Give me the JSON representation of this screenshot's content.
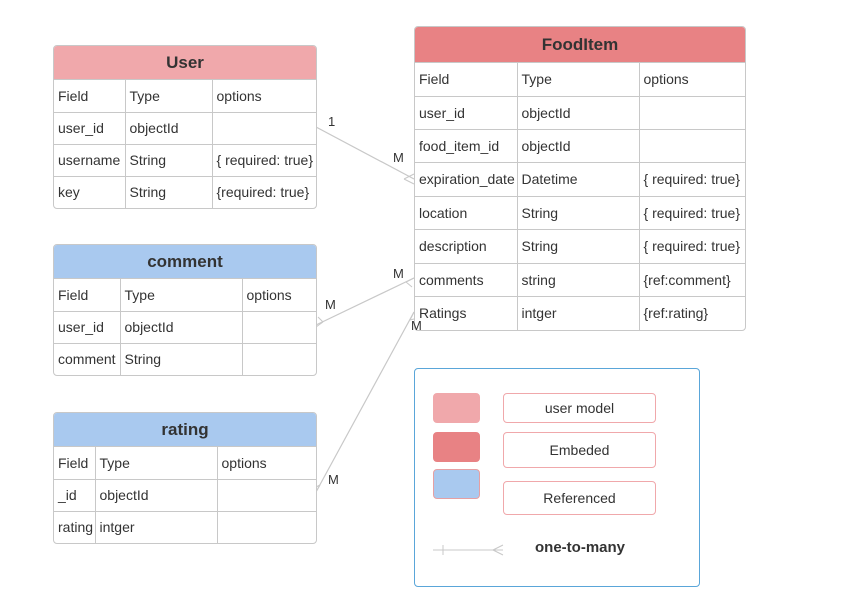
{
  "entities": {
    "user": {
      "title": "User",
      "headers": [
        "Field",
        "Type",
        "options"
      ],
      "rows": [
        [
          "user_id",
          "objectId",
          ""
        ],
        [
          "username",
          "String",
          "{ required: true}"
        ],
        [
          "key",
          "String",
          "{required: true}"
        ]
      ]
    },
    "comment": {
      "title": "comment",
      "headers": [
        "Field",
        "Type",
        "options"
      ],
      "rows": [
        [
          "user_id",
          "objectId",
          ""
        ],
        [
          "comment",
          "String",
          ""
        ]
      ]
    },
    "rating": {
      "title": "rating",
      "headers": [
        "Field",
        "Type",
        "options"
      ],
      "rows": [
        [
          "_id",
          "objectId",
          ""
        ],
        [
          "rating",
          "intger",
          ""
        ]
      ]
    },
    "fooditem": {
      "title": "FoodItem",
      "headers": [
        "Field",
        "Type",
        "options"
      ],
      "rows": [
        [
          "user_id",
          "objectId",
          ""
        ],
        [
          "food_item_id",
          "objectId",
          ""
        ],
        [
          "expiration_date",
          "Datetime",
          "{ required: true}"
        ],
        [
          "location",
          "String",
          "{ required: true}"
        ],
        [
          "description",
          "String",
          "{ required: true}"
        ],
        [
          "comments",
          "string",
          "{ref:comment}"
        ],
        [
          "Ratings",
          "intger",
          "{ref:rating}"
        ]
      ]
    }
  },
  "relations": {
    "user_food": {
      "from_card": "1",
      "to_card": "M"
    },
    "comment_food": {
      "from_card": "M",
      "to_card": "M"
    },
    "rating_food": {
      "from_card": "M",
      "to_card": "M"
    }
  },
  "legend": {
    "items": [
      "user model",
      "Embeded",
      "Referenced"
    ],
    "edge_label": "one-to-many",
    "colors": {
      "user_model": "#f0a8ab",
      "embedded": "#e88284",
      "referenced": "#a9c9ef",
      "border": "#5aa6d9"
    }
  }
}
